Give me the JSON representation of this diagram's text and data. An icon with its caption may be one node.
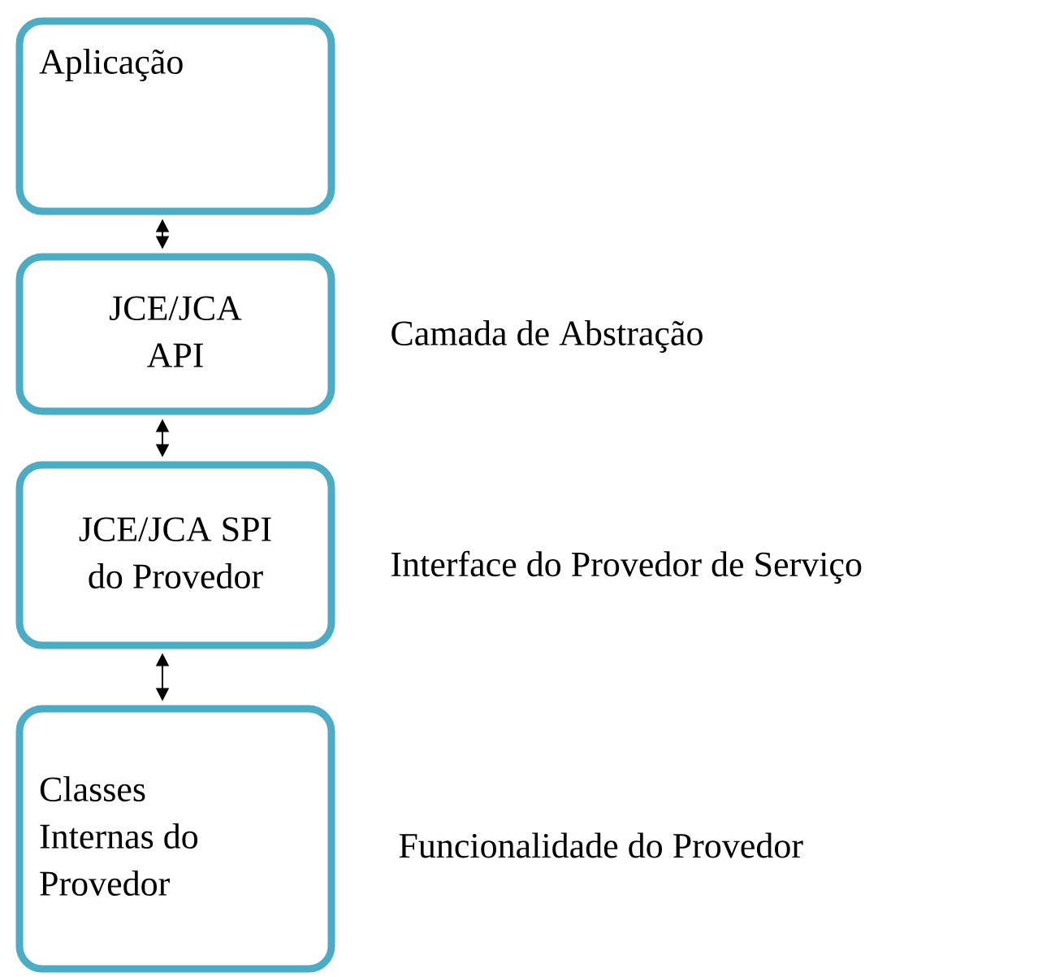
{
  "diagram": {
    "nodes": [
      {
        "text": [
          "Aplicação"
        ]
      },
      {
        "text": [
          "JCE/JCA API"
        ],
        "beside": [
          "Camada de Abstração"
        ]
      },
      {
        "text": [
          "JCE/JCA SPI do Provedor"
        ],
        "beside": [
          "Interface do Provedor de Serviço"
        ]
      },
      {
        "text": [
          "Classes Internas do Provedor"
        ],
        "beside": [
          "Funcionalidade do Provedor"
        ]
      }
    ],
    "edges": [
      {
        "from": 0,
        "to": 1,
        "arrow": "both"
      },
      {
        "from": 1,
        "to": 2,
        "arrow": "both"
      },
      {
        "from": 2,
        "to": 3,
        "arrow": "both"
      }
    ]
  }
}
